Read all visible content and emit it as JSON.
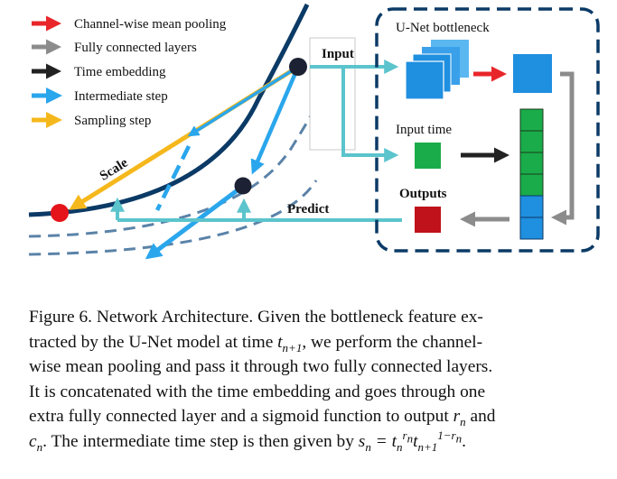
{
  "legend": [
    {
      "label": "Channel-wise mean pooling",
      "color": "#e8262a"
    },
    {
      "label": "Fully connected layers",
      "color": "#8c8c8c"
    },
    {
      "label": "Time embedding",
      "color": "#222222"
    },
    {
      "label": "Intermediate step",
      "color": "#2aa6ec"
    },
    {
      "label": "Sampling step",
      "color": "#f5b81c"
    }
  ],
  "diagram": {
    "bottleneck_title": "U-Net bottleneck",
    "input_label": "Input",
    "input_time_label": "Input time",
    "outputs_label": "Outputs",
    "predict_label": "Predict",
    "scale_label": "Scale"
  },
  "colors": {
    "curve_dark": "#0b3a66",
    "curve_dash": "#5b83a8",
    "teal_arrow": "#5bc4cc",
    "block_blue": "#1f8fe0",
    "block_blue_light": "#5ab7f0",
    "green": "#1aac4a",
    "dark_red": "#c0121a",
    "red_dot": "#e4141a",
    "node": "#1c2233"
  },
  "caption": {
    "l1": "Figure 6. Network Architecture. Given the bottleneck feature ex-",
    "l2_a": "tracted by the U-Net model at time ",
    "l2_b": ", we perform the channel-",
    "l3": "wise mean pooling and pass it through two fully connected layers.",
    "l4": "It is concatenated with the time embedding and goes through one",
    "l5_a": "extra fully connected layer and a sigmoid function to output ",
    "l5_b": " and",
    "l6_a": ". The intermediate time step is then given by ",
    "l6_b": "."
  }
}
